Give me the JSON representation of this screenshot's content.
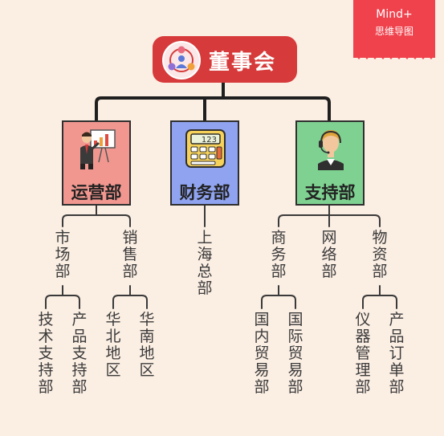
{
  "badge": {
    "title": "Mind+",
    "subtitle": "思维导图"
  },
  "root": {
    "label": "董事会"
  },
  "departments": [
    {
      "label": "运营部",
      "color": "#f19790",
      "icon": "presentation-chart-icon"
    },
    {
      "label": "财务部",
      "color": "#8fa3f0",
      "icon": "calculator-icon",
      "calculator_display": "123"
    },
    {
      "label": "支持部",
      "color": "#7fd191",
      "icon": "support-headset-icon"
    }
  ],
  "subunits": {
    "market": "市场部",
    "sales": "销售部",
    "shanghai": "上海总部",
    "business": "商务部",
    "network": "网络部",
    "supplies": "物资部"
  },
  "leaves": {
    "tech_support": "技术支持部",
    "product_support": "产品支持部",
    "north_china": "华北地区",
    "south_china": "华南地区",
    "domestic_trade": "国内贸易部",
    "intl_trade": "国际贸易部",
    "instrument_mgmt": "仪器管理部",
    "product_order": "产品订单部"
  },
  "colors": {
    "connector": "#1f1f1f",
    "root": "#d63a3a",
    "badge": "#f0424d",
    "background": "#fbeee3"
  }
}
